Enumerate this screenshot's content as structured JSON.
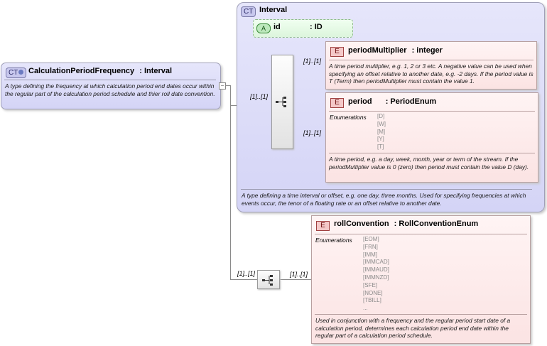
{
  "root": {
    "badge": "CT",
    "name": "CalculationPeriodFrequency",
    "type_sep": ":",
    "type": "Interval",
    "description": "A type defining the frequency at which calculation period end dates occur within the regular part of the calculation period schedule and thier roll date convention."
  },
  "interval": {
    "badge": "CT",
    "title": "Interval",
    "description": "A type defining a time interval or offset, e.g. one day, three months. Used for specifying frequencies at which events occur, the tenor of a floating rate or an offset relative to another date.",
    "attribute": {
      "badge": "A",
      "name": "id",
      "type": ": ID"
    },
    "sequence_multiplicity": "[1]..[1]",
    "elements": [
      {
        "badge": "E",
        "name": "periodMultiplier",
        "type": ": integer",
        "multiplicity": "[1]..[1]",
        "description": "A time period multiplier, e.g. 1, 2 or 3 etc. A negative value can be used when specifying an offset relative to another date, e.g. -2 days. If the period value is T (Term) then periodMultiplier must contain the value 1."
      },
      {
        "badge": "E",
        "name": "period",
        "type": ": PeriodEnum",
        "multiplicity": "[1]..[1]",
        "enum_label": "Enumerations",
        "enumerations": [
          "[D]",
          "[W]",
          "[M]",
          "[Y]",
          "[T]"
        ],
        "description": "A time period, e.g. a day, week, month, year or term of the stream. If the periodMultiplier value is 0 (zero) then period must contain the value D (day)."
      }
    ]
  },
  "outer_sequence": {
    "multiplicity_in": "[1]..[1]",
    "multiplicity_out": "[1]..[1]"
  },
  "rollConvention": {
    "badge": "E",
    "name": "rollConvention",
    "type": ": RollConventionEnum",
    "enum_label": "Enumerations",
    "enumerations": [
      "[EOM]",
      "[FRN]",
      "[IMM]",
      "[IMMCAD]",
      "[IMMAUD]",
      "[IMMNZD]",
      "[SFE]",
      "[NONE]",
      "[TBILL]",
      "..."
    ],
    "description": "Used in conjunction with a frequency and the regular period start date of a calculation period, determines each calculation period end date within the regular part of a calculation period schedule."
  }
}
